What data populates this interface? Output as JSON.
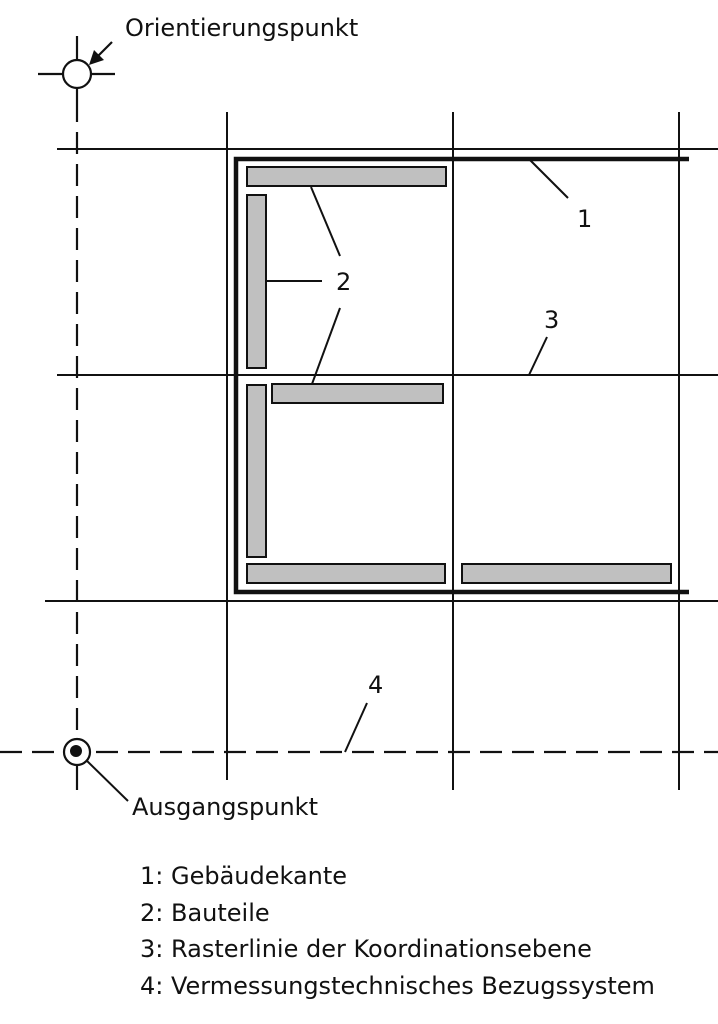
{
  "labels": {
    "orientation_point": "Orientierungspunkt",
    "origin_point": "Ausgangspunkt",
    "callout_1": "1",
    "callout_2": "2",
    "callout_3": "3",
    "callout_4": "4"
  },
  "legend": [
    {
      "number": "1",
      "text": "1: Gebäudekante"
    },
    {
      "number": "2",
      "text": "2: Bauteile"
    },
    {
      "number": "3",
      "text": "3: Rasterlinie der Koordinationsebene"
    },
    {
      "number": "4",
      "text": "4: Vermessungstechnisches Bezugssystem"
    }
  ],
  "colors": {
    "line": "#111111",
    "component_fill": "#c0c0c0",
    "background": "#ffffff"
  }
}
